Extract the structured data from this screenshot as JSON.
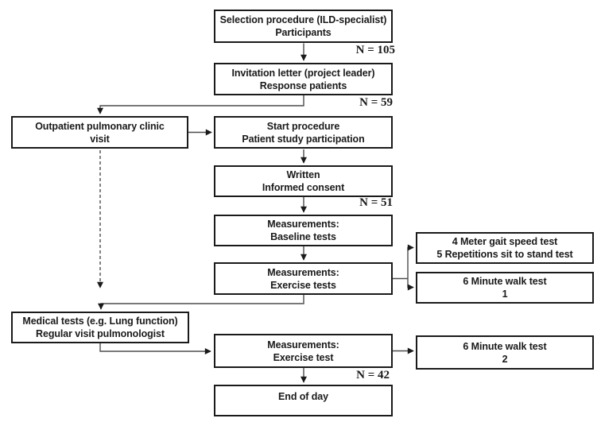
{
  "boxes": {
    "selection": {
      "line1": "Selection procedure (ILD-specialist)",
      "line2": "Participants"
    },
    "invitation": {
      "line1": "Invitation letter (project leader)",
      "line2": "Response patients"
    },
    "outpatient": {
      "line1": "Outpatient pulmonary clinic",
      "line2": "visit"
    },
    "start": {
      "line1": "Start procedure",
      "line2": "Patient study participation"
    },
    "written": {
      "line1": "Written",
      "line2": "Informed consent"
    },
    "baseline": {
      "line1": "Measurements:",
      "line2": "Baseline tests"
    },
    "exercise_tests": {
      "line1": "Measurements:",
      "line2": "Exercise tests"
    },
    "gait_sts": {
      "line1": "4 Meter gait speed test",
      "line2": "5 Repetitions sit to stand test"
    },
    "walk1": {
      "line1": "6 Minute walk test",
      "line2": "1"
    },
    "medical": {
      "line1": "Medical tests (e.g. Lung function)",
      "line2": "Regular visit pulmonologist"
    },
    "exercise_test": {
      "line1": "Measurements:",
      "line2": "Exercise test"
    },
    "walk2": {
      "line1": "6 Minute walk test",
      "line2": "2"
    },
    "end_of_day": {
      "line1": "End of day"
    }
  },
  "counts": {
    "after_selection": "N = 105",
    "after_invitation": "N = 59",
    "after_consent": "N = 51",
    "after_exercise_test": "N = 42"
  },
  "colors": {
    "box_border": "#1a1a1a",
    "connector": "#4d4d4d",
    "text": "#1a1a1a",
    "background": "#ffffff"
  }
}
